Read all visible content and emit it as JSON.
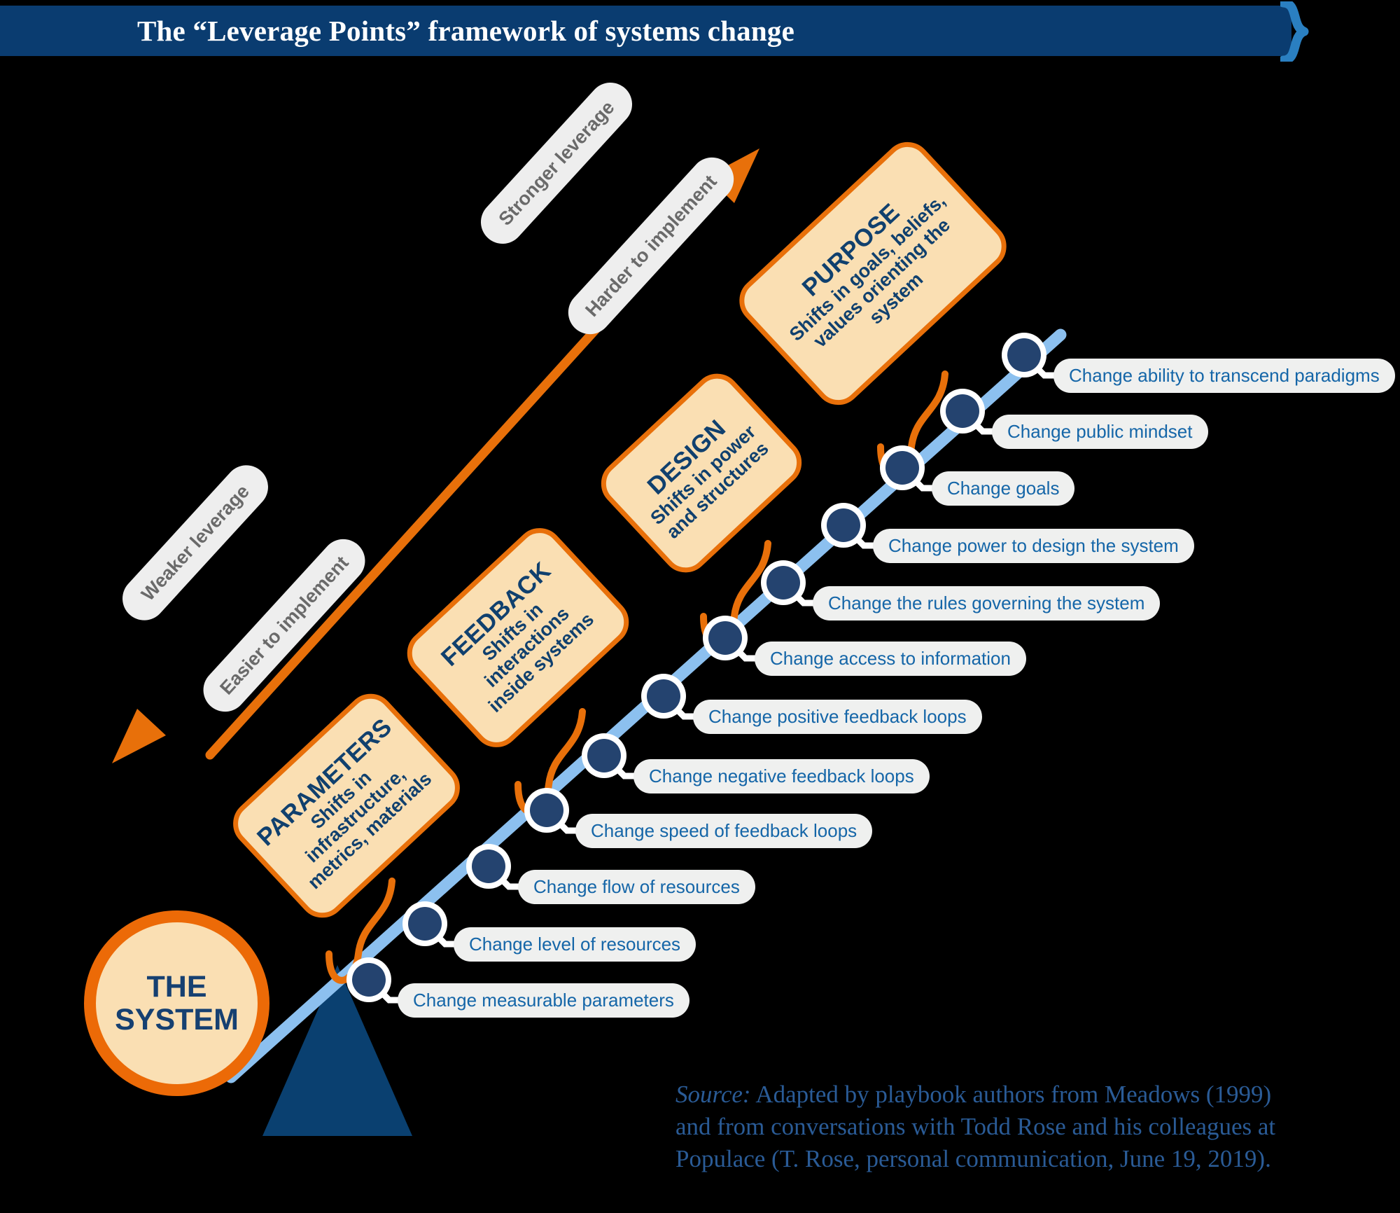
{
  "title": {
    "text": "The “Leverage Points” framework of systems change",
    "banner_color": "#0a3c70",
    "brace_color": "#2a7fc1",
    "brace_glyph": "}"
  },
  "system": {
    "line1": "THE",
    "line2": "SYSTEM",
    "fill": "#fadfb3",
    "stroke": "#ec6a07",
    "text_color": "#164071"
  },
  "fulcrum": {
    "color": "#0a4070"
  },
  "lever": {
    "color": "#8cc0ef",
    "node_fill": "#24436f",
    "node_ring": "#ffffff"
  },
  "arrows": {
    "up": {
      "label_a": "Stronger leverage",
      "label_b": "Harder to implement",
      "color": "#e8700a"
    },
    "down": {
      "label_a": "Weaker leverage",
      "label_b": "Easier to implement",
      "color": "#e8700a"
    }
  },
  "categories": [
    {
      "name": "PARAMETERS",
      "desc_line1": "Shifts in infrastructure,",
      "desc_line2": "metrics, materials"
    },
    {
      "name": "FEEDBACK",
      "desc_line1": "Shifts in interactions",
      "desc_line2": "inside systems"
    },
    {
      "name": "DESIGN",
      "desc_line1": "Shifts in power",
      "desc_line2": "and structures"
    },
    {
      "name": "PURPOSE",
      "desc_line1": "Shifts in goals, beliefs,",
      "desc_line2": "values orienting the system"
    }
  ],
  "leverage_points": [
    "Change measurable parameters",
    "Change level of resources",
    "Change flow of resources",
    "Change speed of feedback loops",
    "Change negative feedback loops",
    "Change positive feedback loops",
    "Change access to information",
    "Change the rules governing the system",
    "Change power to design the system",
    "Change goals",
    "Change public mindset",
    "Change ability to transcend paradigms"
  ],
  "source": {
    "label": "Source:",
    "line1": " Adapted by playbook authors from Meadows (1999)",
    "line2": "and from conversations with Todd Rose and his colleagues at",
    "line3": "Populace (T. Rose, personal communication, June 19, 2019)."
  },
  "colors": {
    "navy": "#0a3c70",
    "orange": "#e8700a",
    "light_blue": "#8cc0ef",
    "pill_bg": "#eff0ef",
    "pill_text": "#1566a8",
    "box_fill": "#fadfb3",
    "grey_label_bg": "#eeeeee",
    "grey_label_text": "#6a6a6a"
  }
}
